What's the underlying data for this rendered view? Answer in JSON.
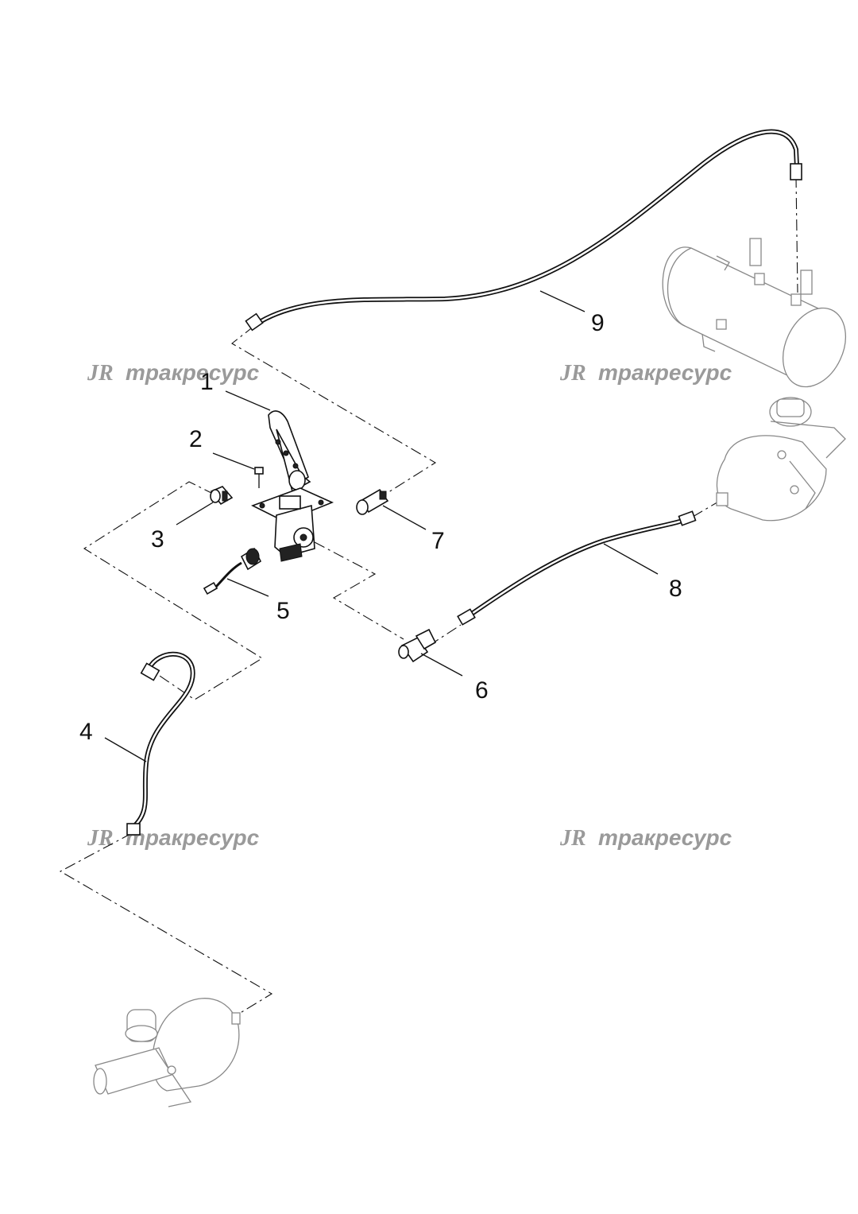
{
  "watermark": {
    "logo": "JR",
    "text": "тракресурс"
  },
  "callouts": [
    {
      "id": "1",
      "label": "1"
    },
    {
      "id": "2",
      "label": "2"
    },
    {
      "id": "3",
      "label": "3"
    },
    {
      "id": "4",
      "label": "4"
    },
    {
      "id": "5",
      "label": "5"
    },
    {
      "id": "6",
      "label": "6"
    },
    {
      "id": "7",
      "label": "7"
    },
    {
      "id": "8",
      "label": "8"
    },
    {
      "id": "9",
      "label": "9"
    }
  ]
}
